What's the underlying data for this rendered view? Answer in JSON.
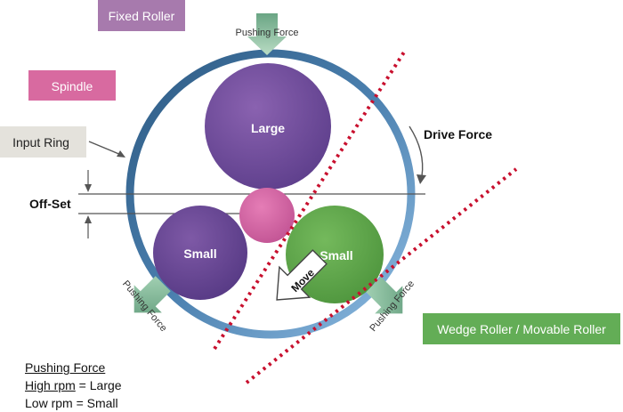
{
  "labels": {
    "fixed_roller": "Fixed Roller",
    "spindle": "Spindle",
    "input_ring": "Input Ring",
    "pushing_force_top": "Pushing Force",
    "pushing_force_left": "Pushing Force",
    "pushing_force_right": "Pushing Force",
    "drive_force": "Drive Force",
    "off_set": "Off-Set",
    "large": "Large",
    "small_left": "Small",
    "small_right": "Small",
    "move": "Move",
    "wedge_roller": "Wedge Roller / Movable Roller"
  },
  "legend": {
    "title": "Pushing Force",
    "high_term": "High rpm",
    "high_value": " = Large",
    "low_line": "Low rpm = Small"
  },
  "colors": {
    "fixed_roller_box": "#a77aad",
    "spindle_box": "#d86aa0",
    "input_ring_box": "#e4e2dc",
    "wedge_box": "#63ad56",
    "ring_outer": "#2f5f86",
    "ring_inner": "#8fbbe0",
    "large_roller": "#6f4c98",
    "spindle_roller": "#cf6aa4",
    "small_green": "#62a84e",
    "dotted_line": "#c8102e",
    "arrow_green": "#7fbf9a"
  }
}
